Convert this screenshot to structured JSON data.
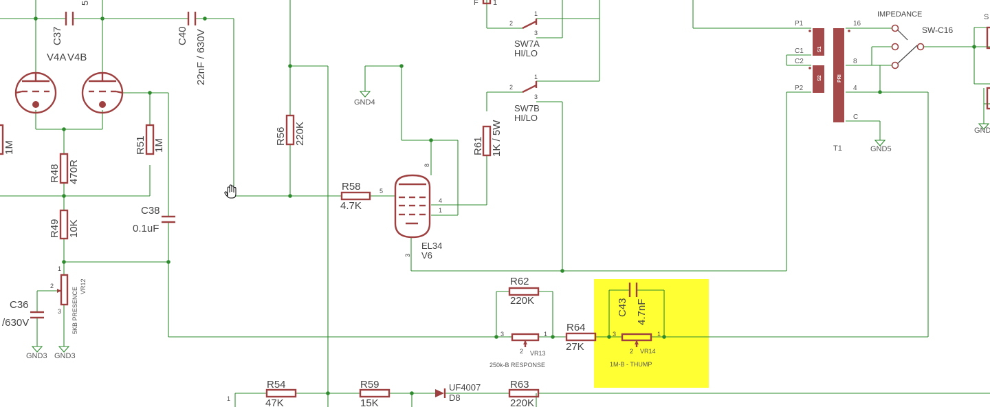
{
  "highlight": {
    "color": "#ffff33"
  },
  "colors": {
    "wire": "#2e8b2e",
    "part": "#9e4040",
    "text": "#444444"
  },
  "tubes": {
    "v4a": {
      "name": "V4A"
    },
    "v4b": {
      "name": "V4B"
    },
    "v6": {
      "name": "V6",
      "value": "EL34",
      "pins": {
        "p8": "8",
        "p5": "5",
        "p4": "4",
        "p1": "1",
        "p3": "3"
      }
    }
  },
  "caps": {
    "c37": {
      "name": "C37",
      "value": "5"
    },
    "c40": {
      "name": "C40",
      "value": "22nF / 630V"
    },
    "c38": {
      "name": "C38",
      "value": "0.1uF"
    },
    "c36": {
      "name": "C36",
      "value": "/630V"
    },
    "c43": {
      "name": "C43",
      "value": "4.7nF"
    }
  },
  "resistors": {
    "r_left": {
      "value": "1M"
    },
    "r48": {
      "name": "R48",
      "value": "470R"
    },
    "r49": {
      "name": "R49",
      "value": "10K"
    },
    "r51": {
      "name": "R51",
      "value": "1M"
    },
    "r56": {
      "name": "R56",
      "value": "220K"
    },
    "r58": {
      "name": "R58",
      "value": "4.7K"
    },
    "r61": {
      "name": "R61",
      "value": "1K / 5W"
    },
    "r62": {
      "name": "R62",
      "value": "220K"
    },
    "r64": {
      "name": "R64",
      "value": "27K"
    },
    "r54": {
      "name": "R54",
      "value": "47K"
    },
    "r59": {
      "name": "R59",
      "value": "15K"
    },
    "r63": {
      "name": "R63",
      "value": "220K"
    }
  },
  "pots": {
    "vr12": {
      "name": "VR12",
      "label": "5KB PRESENCE",
      "p1": "1",
      "p2": "2",
      "p3": "3"
    },
    "vr13": {
      "name": "VR13",
      "label": "250k-B RESPONSE",
      "p1": "1",
      "p2": "2",
      "p3": "3"
    },
    "vr14": {
      "name": "VR14",
      "label": "1M-B - THUMP",
      "p1": "1",
      "p2": "2",
      "p3": "3"
    }
  },
  "switches": {
    "sw7a": {
      "name": "SW7A",
      "label": "HI/LO",
      "p1": "1",
      "p2": "2",
      "p3": "3"
    },
    "sw7b": {
      "name": "SW7B",
      "label": "HI/LO",
      "p1": "1",
      "p2": "2",
      "p3": "3"
    },
    "swc16": {
      "name": "SW-C16",
      "label": "IMPEDANCE"
    }
  },
  "diode": {
    "name": "D8",
    "value": "UF4007"
  },
  "grounds": {
    "gnd3a": "GND3",
    "gnd3b": "GND3",
    "gnd4": "GND4",
    "gnd5": "GND5",
    "gnd_right": "GND"
  },
  "transformer": {
    "name": "T1",
    "pins": {
      "p1": "P1",
      "c1": "C1",
      "c2": "C2",
      "p2": "P2",
      "t16": "16",
      "t8": "8",
      "t4": "4",
      "tc": "C"
    },
    "winding": {
      "s1": "S1",
      "s2": "S2",
      "pri": "PRI"
    }
  },
  "edge": {
    "s": "S",
    "p1": "1",
    "top_f": "F",
    "top_1": "1"
  }
}
